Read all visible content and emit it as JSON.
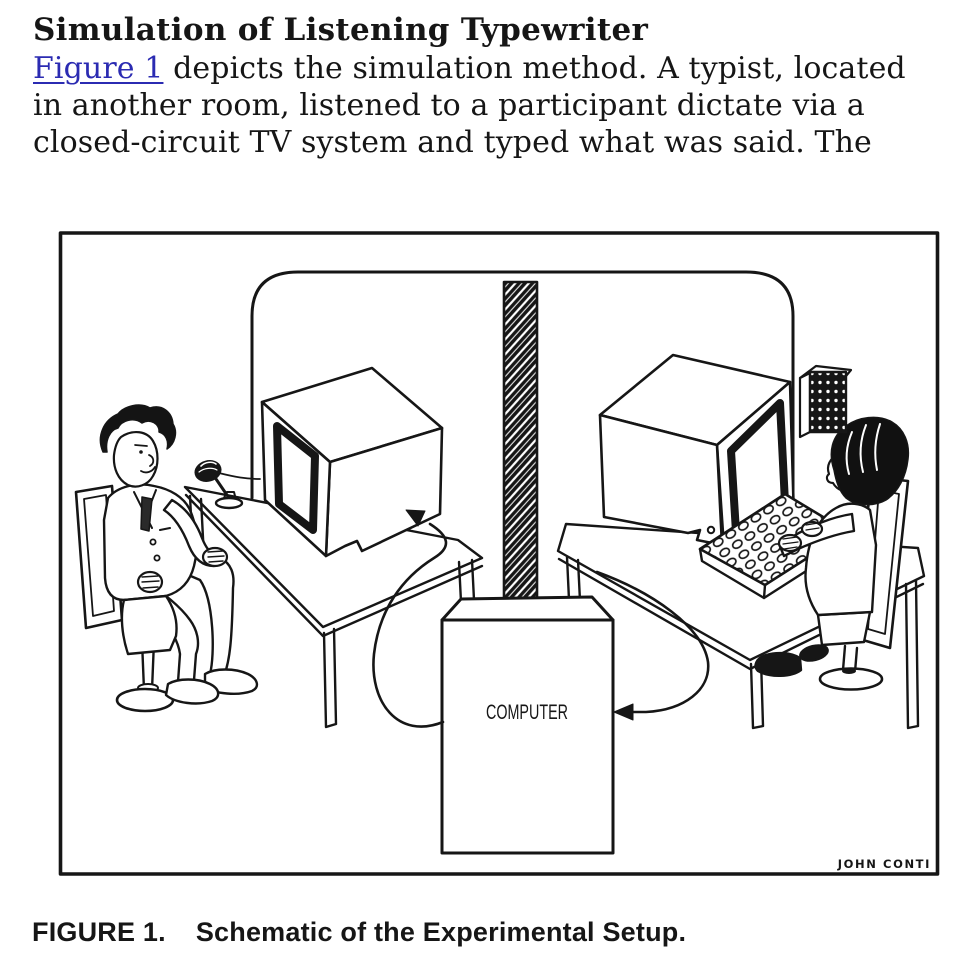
{
  "colors": {
    "ink": "#161616",
    "paper": "#ffffff",
    "link_blue": "#2b2bb2"
  },
  "article": {
    "heading": "Simulation of Listening Typewriter",
    "figure_link": "Figure 1",
    "line1_rest": " depicts the simulation method. A typist, located",
    "line2": "in another room, listened to a participant dictate via a",
    "line3": "closed-circuit TV system and typed what was said. The"
  },
  "figure": {
    "computer_label": "COMPUTER",
    "artist_signature": "JOHN CONTI"
  },
  "caption": {
    "number": "FIGURE 1.",
    "text": "Schematic of the Experimental Setup."
  }
}
